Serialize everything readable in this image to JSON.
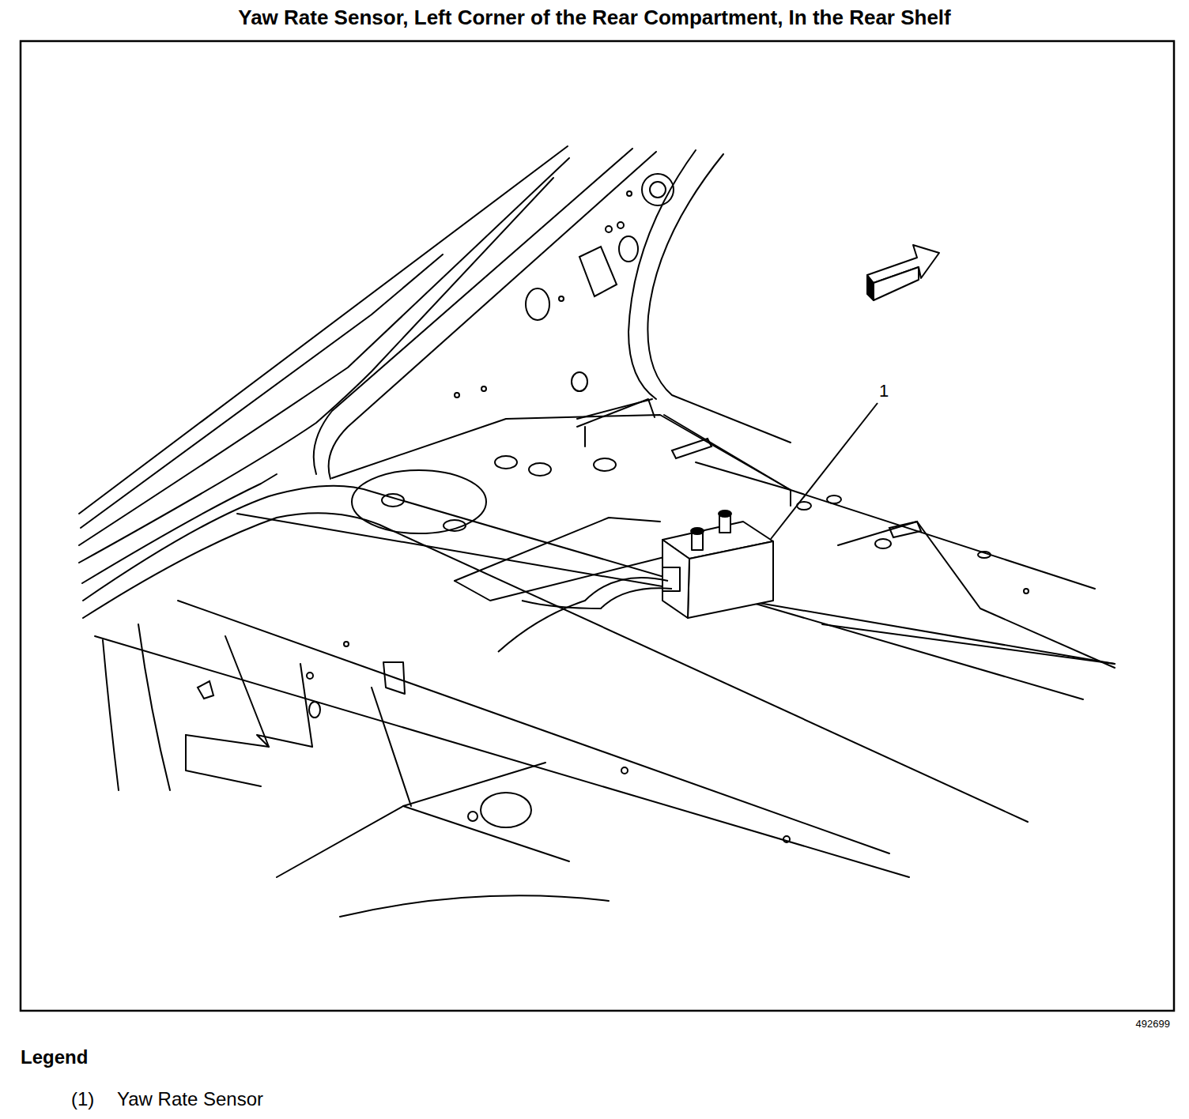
{
  "diagram": {
    "title": "Yaw Rate Sensor, Left Corner of the Rear Compartment, In the Rear Shelf",
    "labels": [
      "1",
      "492699",
      "Legend",
      "(1)"
    ],
    "legend": [
      {
        "text": "Yaw Rate Sensor"
      }
    ]
  }
}
